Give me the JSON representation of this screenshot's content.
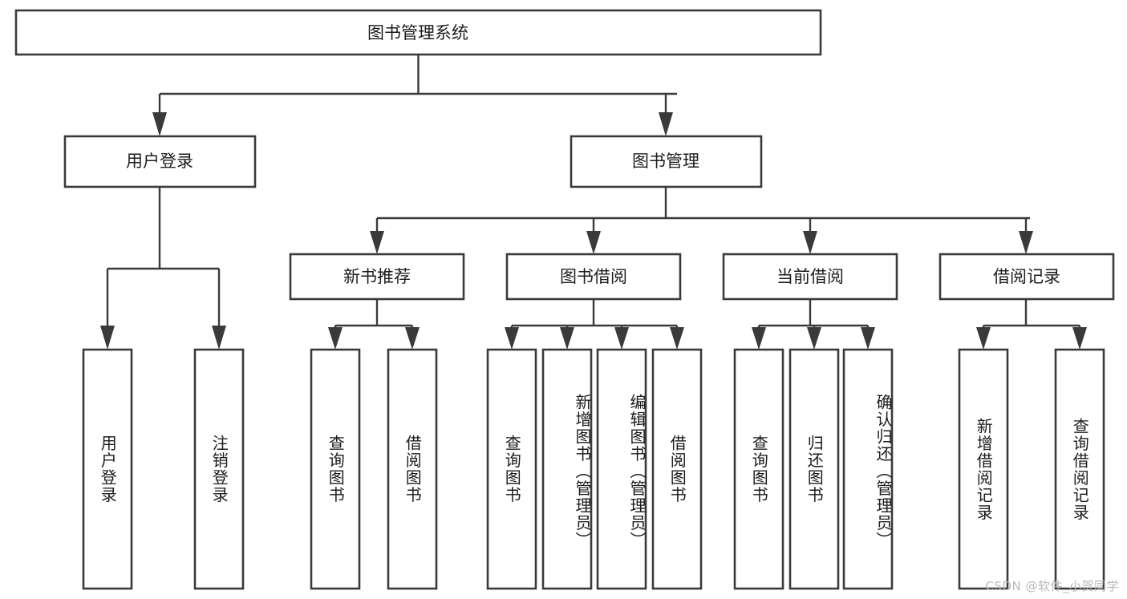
{
  "diagram": {
    "title": "图书管理系统",
    "type": "tree",
    "root": {
      "id": "root",
      "label": "图书管理系统"
    },
    "level2": [
      {
        "id": "user-login",
        "label": "用户登录"
      },
      {
        "id": "book-management",
        "label": "图书管理"
      }
    ],
    "level3": [
      {
        "id": "new-book-recommend",
        "label": "新书推荐",
        "parent": "book-management"
      },
      {
        "id": "book-borrow",
        "label": "图书借阅",
        "parent": "book-management"
      },
      {
        "id": "current-borrow",
        "label": "当前借阅",
        "parent": "book-management"
      },
      {
        "id": "borrow-record",
        "label": "借阅记录",
        "parent": "book-management"
      }
    ],
    "leaves": [
      {
        "id": "leaf-user-login",
        "label": "用户登录",
        "parent": "user-login"
      },
      {
        "id": "leaf-logout-login",
        "label": "注销登录",
        "parent": "user-login"
      },
      {
        "id": "leaf-query-book-1",
        "label": "查询图书",
        "parent": "new-book-recommend"
      },
      {
        "id": "leaf-borrow-book-1",
        "label": "借阅图书",
        "parent": "new-book-recommend"
      },
      {
        "id": "leaf-query-book-2",
        "label": "查询图书",
        "parent": "book-borrow"
      },
      {
        "id": "leaf-add-book",
        "label": "新增图书（管理员）",
        "parent": "book-borrow"
      },
      {
        "id": "leaf-edit-book",
        "label": "编辑图书（管理员）",
        "parent": "book-borrow"
      },
      {
        "id": "leaf-borrow-book-2",
        "label": "借阅图书",
        "parent": "book-borrow"
      },
      {
        "id": "leaf-query-book-3",
        "label": "查询图书",
        "parent": "current-borrow"
      },
      {
        "id": "leaf-return-book",
        "label": "归还图书",
        "parent": "current-borrow"
      },
      {
        "id": "leaf-confirm-return",
        "label": "确认归还（管理员）",
        "parent": "current-borrow"
      },
      {
        "id": "leaf-add-record",
        "label": "新增借阅记录",
        "parent": "borrow-record"
      },
      {
        "id": "leaf-query-record",
        "label": "查询借阅记录",
        "parent": "borrow-record"
      }
    ],
    "colors": {
      "stroke": "#3a3a3a",
      "fill": "#ffffff",
      "text": "#1c1c1c",
      "background": "#ffffff",
      "watermark": "#b9b9b9"
    }
  },
  "watermark": {
    "text": "CSDN @软件_小贺同学"
  }
}
